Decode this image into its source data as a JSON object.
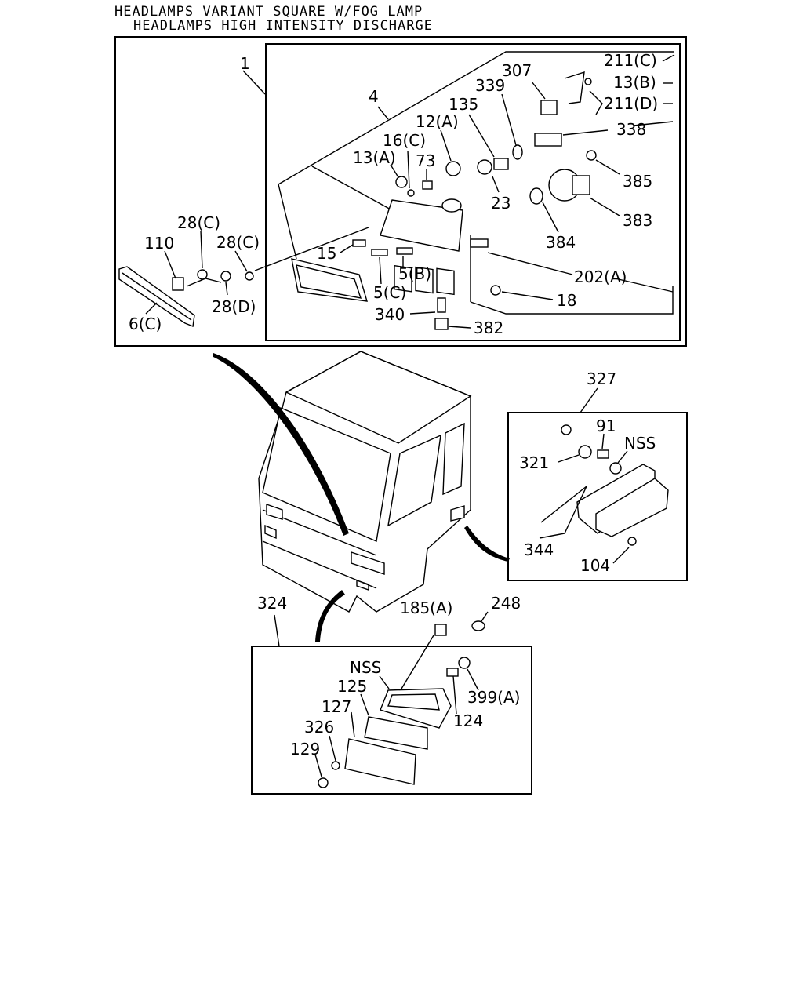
{
  "title": {
    "line1": "HEADLAMPS VARIANT SQUARE W/FOG LAMP",
    "line2": "HEADLAMPS HIGH INTENSITY DISCHARGE"
  },
  "headlamp_labels": {
    "l1": "1",
    "l4": "4",
    "l307": "307",
    "l211c": "211(C)",
    "l13b": "13(B)",
    "l211d": "211(D)",
    "l339": "339",
    "l135": "135",
    "l338": "338",
    "l12a": "12(A)",
    "l16c": "16(C)",
    "l13a": "13(A)",
    "l73": "73",
    "l385": "385",
    "l23": "23",
    "l383": "383",
    "l28c_1": "28(C)",
    "l28c_2": "28(C)",
    "l110": "110",
    "l15": "15",
    "l384": "384",
    "l5b": "5(B)",
    "l202a": "202(A)",
    "l5c": "5(C)",
    "l28d": "28(D)",
    "l18": "18",
    "l6c": "6(C)",
    "l340": "340",
    "l382": "382"
  },
  "side_lamp_labels": {
    "l327": "327",
    "l91": "91",
    "lnss": "NSS",
    "l321": "321",
    "l344": "344",
    "l104": "104"
  },
  "fog_lamp_labels": {
    "l324": "324",
    "l185a": "185(A)",
    "l248": "248",
    "lnss": "NSS",
    "l125": "125",
    "l399a": "399(A)",
    "l127": "127",
    "l124": "124",
    "l326": "326",
    "l129": "129"
  }
}
